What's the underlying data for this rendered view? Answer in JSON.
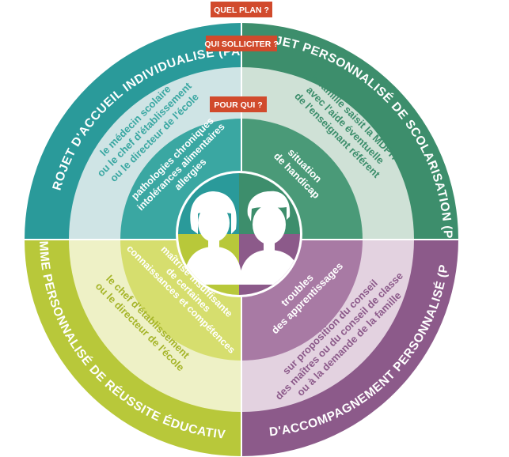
{
  "tags": {
    "quel_plan": "QUEL PLAN ?",
    "qui_solliciter": "QUI SOLLICITER ?",
    "pour_qui": "POUR QUI ?"
  },
  "colors": {
    "tag_red": "#d14a2c",
    "pai_dark": "#2a9a9a",
    "pai_mid": "#cfe4e5",
    "pai_inner": "#3aa7a2",
    "pai_text": "#3aa7a2",
    "pps_dark": "#3d8e6c",
    "pps_mid": "#cfe1d6",
    "pps_inner": "#4a9a78",
    "pps_text": "#3d8e6c",
    "ppre_dark": "#b8c83a",
    "ppre_mid": "#eef1c6",
    "ppre_inner": "#d6de6e",
    "ppre_text": "#a6b52a",
    "pap_dark": "#8c5a8a",
    "pap_mid": "#e3d2e0",
    "pap_inner": "#a87aa4",
    "pap_text": "#8c5a8a"
  },
  "quadrants": [
    {
      "key": "pai",
      "plan": "PROJET D'ACCUEIL INDIVIDUALISÉ (PAI)",
      "solliciter": [
        "le médecin scolaire",
        "ou le chef d'établissement",
        "ou le directeur de l'école"
      ],
      "pour_qui": [
        "pathologies chroniques",
        "intolérances alimentaires",
        "allergies"
      ]
    },
    {
      "key": "pps",
      "plan": "PROJET PERSONNALISÉ DE SCOLARISATION (PPS)*",
      "solliciter": [
        "la famille saisit la MDPH",
        "avec l'aide éventuelle",
        "de l'enseignant référent"
      ],
      "pour_qui": [
        "situation",
        "de handicap"
      ]
    },
    {
      "key": "ppre",
      "plan": "PROGRAMME PERSONNALISÉ DE RÉUSSITE ÉDUCATIVE (PPRE)",
      "solliciter": [
        "le chef d'établissement",
        "ou le directeur de l'école"
      ],
      "pour_qui": [
        "maîtrise insuffisante",
        "de certaines",
        "connaissances et compétences"
      ]
    },
    {
      "key": "pap",
      "plan": "PLAN D'ACCOMPAGNEMENT PERSONNALISÉ (PAP)*",
      "solliciter": [
        "sur proposition du conseil",
        "des maîtres ou du conseil de classe",
        "ou à la demande de la famille"
      ],
      "pour_qui": [
        "troubles",
        "des apprentissages"
      ]
    }
  ]
}
